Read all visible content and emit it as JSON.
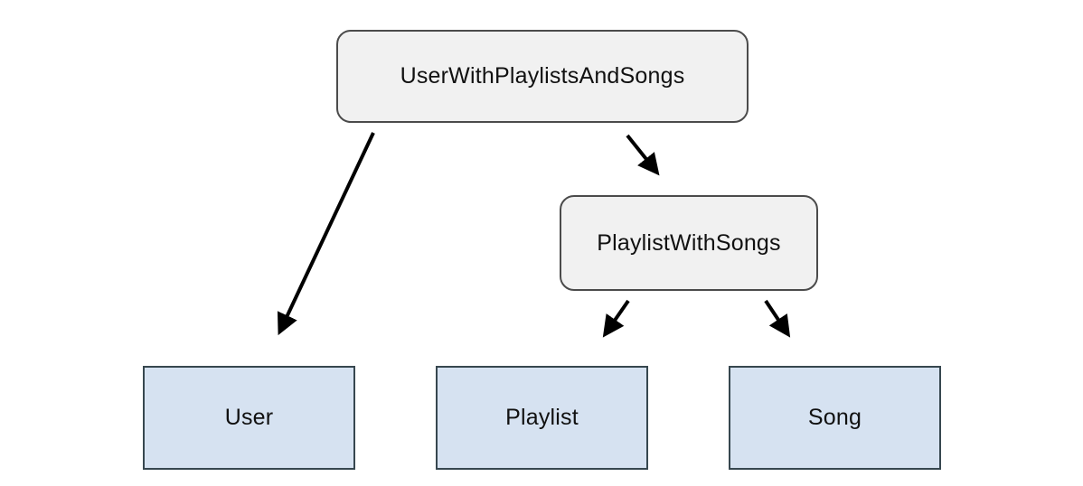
{
  "diagram": {
    "background_color": "#ffffff",
    "edge_color": "#000000",
    "node_styles": {
      "rounded": {
        "fill": "#f1f1f1",
        "border": "#4b4b4b"
      },
      "rect": {
        "fill": "#d6e2f1",
        "border": "#37474f"
      }
    },
    "nodes": [
      {
        "id": "user-with-playlists-and-songs",
        "label": "UserWithPlaylistsAndSongs",
        "shape": "rounded"
      },
      {
        "id": "playlist-with-songs",
        "label": "PlaylistWithSongs",
        "shape": "rounded"
      },
      {
        "id": "user",
        "label": "User",
        "shape": "rect"
      },
      {
        "id": "playlist",
        "label": "Playlist",
        "shape": "rect"
      },
      {
        "id": "song",
        "label": "Song",
        "shape": "rect"
      }
    ],
    "edges": [
      {
        "from": "UserWithPlaylistsAndSongs",
        "to": "User"
      },
      {
        "from": "UserWithPlaylistsAndSongs",
        "to": "PlaylistWithSongs"
      },
      {
        "from": "PlaylistWithSongs",
        "to": "Playlist"
      },
      {
        "from": "PlaylistWithSongs",
        "to": "Song"
      }
    ]
  }
}
